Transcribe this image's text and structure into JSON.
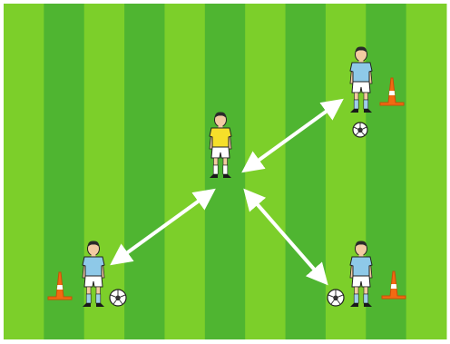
{
  "colors": {
    "pitch_light": "#7ccf2a",
    "pitch_dark": "#4fb531",
    "frame": "#ffffff",
    "arrow": "#ffffff",
    "cone_orange": "#f26a12",
    "cone_white": "#ffffff",
    "centre_shirt": "#f6df2a",
    "outer_shirt": "#8ec9e8",
    "shorts": "#ffffff",
    "socks_centre": "#ffffff",
    "socks_outer": "#9fd0ea",
    "skin": "#f3cba2",
    "hair": "#2a2a2a",
    "boots": "#1a1a1a",
    "ball": "#ffffff",
    "outline": "#222222"
  },
  "diagram": {
    "players": [
      {
        "role": "centre-player",
        "shirt": "yellow"
      },
      {
        "role": "top-right-player",
        "shirt": "light-blue"
      },
      {
        "role": "bottom-left-player",
        "shirt": "light-blue"
      },
      {
        "role": "bottom-right-player",
        "shirt": "light-blue"
      }
    ],
    "cones": [
      "top-right-cone",
      "bottom-left-cone",
      "bottom-right-cone"
    ],
    "balls": [
      "top-right-ball",
      "bottom-left-ball",
      "bottom-right-ball"
    ],
    "passes": [
      {
        "from": "centre-player",
        "to": "top-right-player",
        "style": "double-headed"
      },
      {
        "from": "centre-player",
        "to": "bottom-left-player",
        "style": "double-headed"
      },
      {
        "from": "centre-player",
        "to": "bottom-right-player",
        "style": "double-headed"
      }
    ]
  }
}
